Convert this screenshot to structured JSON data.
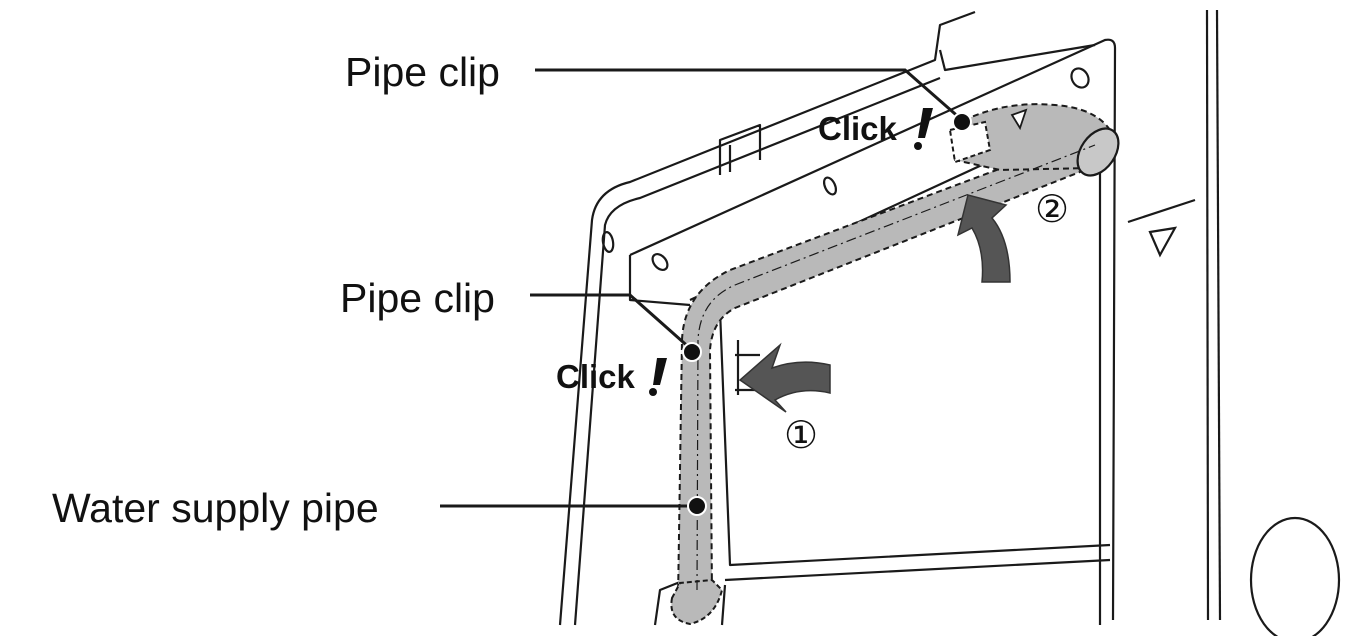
{
  "labels": {
    "pipe_clip_top": "Pipe clip",
    "pipe_clip_left": "Pipe clip",
    "water_supply_pipe": "Water supply pipe",
    "click_top": "Click",
    "click_left": "Click",
    "step_1": "①",
    "step_2": "②"
  },
  "colors": {
    "line": "#1a1a1a",
    "pipe_fill": "#b9b9b9",
    "arrow_fill": "#555555",
    "background": "#ffffff"
  },
  "icons": {
    "click_mark": "exclamation-icon",
    "arrow_up": "curved-arrow-up-icon",
    "arrow_left": "curved-arrow-left-icon",
    "triangle": "triangle-down-icon"
  }
}
